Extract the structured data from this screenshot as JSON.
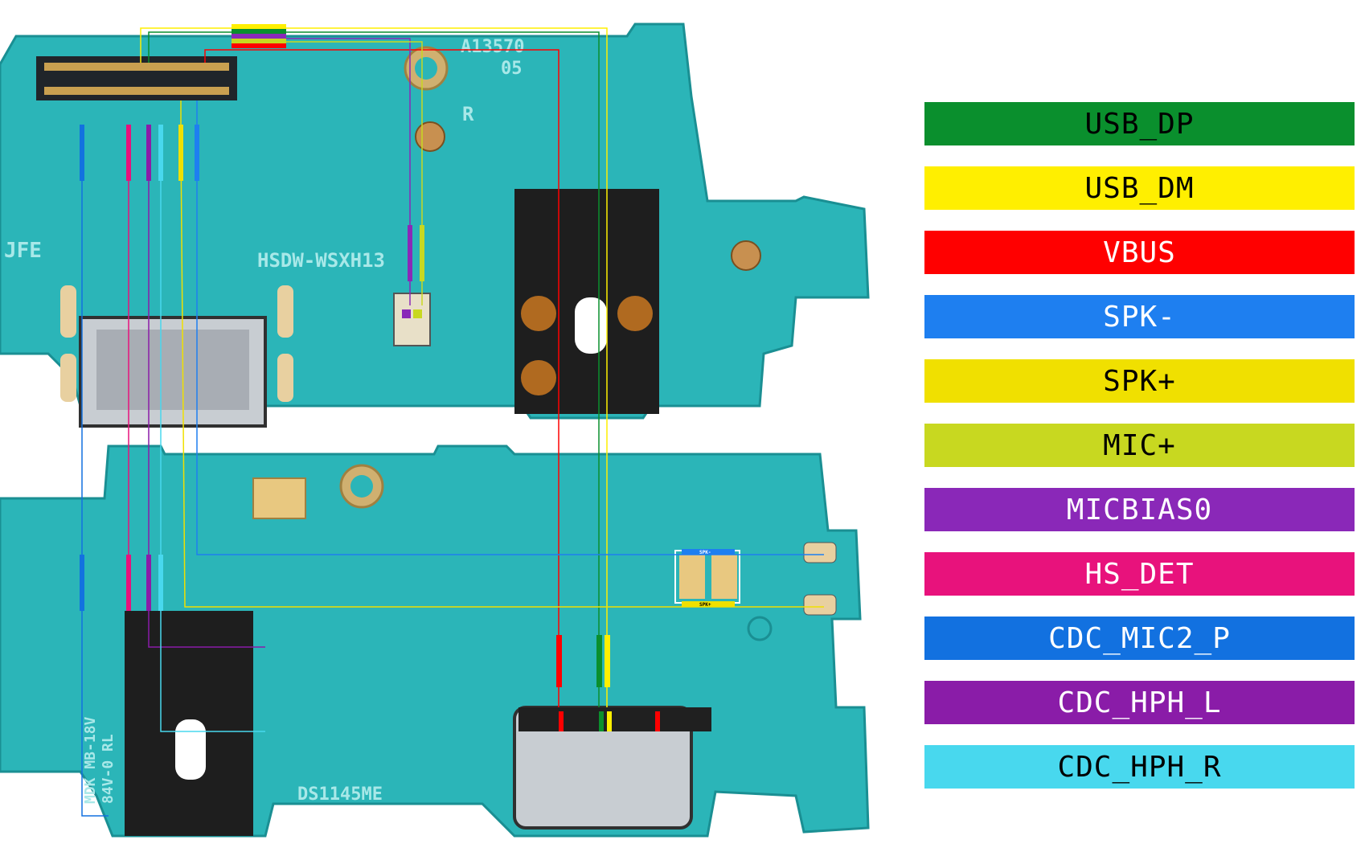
{
  "board": {
    "silkscreen_top_id": "A13570",
    "silkscreen_top_rev": "05",
    "silkscreen_r": "R",
    "silkscreen_left": "JFE",
    "silkscreen_model": "HSDW-WSXH13",
    "silkscreen_bottom_code": "DS1145ME",
    "jack_rating_1": "MDK MB-18V",
    "jack_rating_2": "84V-0 RL"
  },
  "pad_labels": {
    "spk_minus": "SPK-",
    "spk_plus": "SPK+"
  },
  "legend": [
    {
      "label": "USB_DP",
      "color": "#0a8f2d",
      "text_color": "#000000"
    },
    {
      "label": "USB_DM",
      "color": "#ffef00",
      "text_color": "#000000"
    },
    {
      "label": "VBUS",
      "color": "#ff0000",
      "text_color": "#ffffff"
    },
    {
      "label": "SPK-",
      "color": "#1e7ff0",
      "text_color": "#ffffff"
    },
    {
      "label": "SPK+",
      "color": "#f0e000",
      "text_color": "#000000"
    },
    {
      "label": "MIC+",
      "color": "#c8d820",
      "text_color": "#000000"
    },
    {
      "label": "MICBIAS0",
      "color": "#8a28b8",
      "text_color": "#ffffff"
    },
    {
      "label": "HS_DET",
      "color": "#e8127c",
      "text_color": "#ffffff"
    },
    {
      "label": "CDC_MIC2_P",
      "color": "#1271e0",
      "text_color": "#ffffff"
    },
    {
      "label": "CDC_HPH_L",
      "color": "#8a1ca8",
      "text_color": "#ffffff"
    },
    {
      "label": "CDC_HPH_R",
      "color": "#48d8ee",
      "text_color": "#000000"
    }
  ]
}
